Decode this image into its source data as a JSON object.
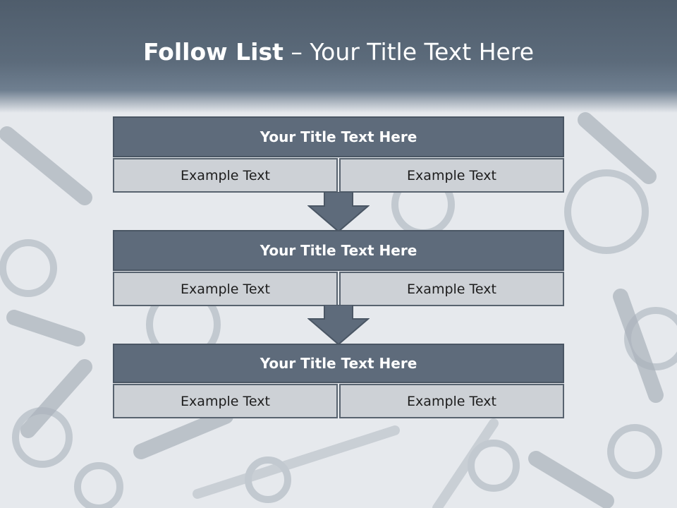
{
  "slide": {
    "title_bold": "Follow List",
    "title_separator": " – ",
    "title_rest": "Your Title Text Here"
  },
  "blocks": [
    {
      "header": "Your Title Text Here",
      "cells": [
        "Example Text",
        "Example Text"
      ]
    },
    {
      "header": "Your Title Text Here",
      "cells": [
        "Example Text",
        "Example Text"
      ]
    },
    {
      "header": "Your Title Text Here",
      "cells": [
        "Example Text",
        "Example Text"
      ]
    }
  ],
  "colors": {
    "header_band": "#5c6b7b",
    "block_header": "#5e6b7b",
    "cell_fill": "#cdd1d6",
    "arrow": "#5e6b7b"
  },
  "icons": [
    "down-arrow-icon",
    "down-arrow-icon"
  ]
}
